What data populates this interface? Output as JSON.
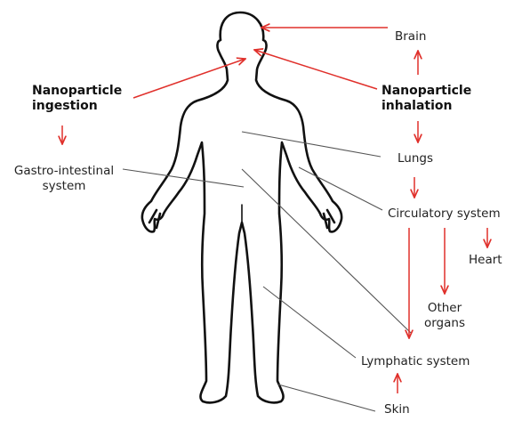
{
  "labels": {
    "brain": "Brain",
    "lungs": "Lungs",
    "circulatory": "Circulatory system",
    "heart": "Heart",
    "other_line1": "Other",
    "other_line2": "organs",
    "lymphatic": "Lymphatic system",
    "skin": "Skin",
    "ingestion_line1": "Nanoparticle",
    "ingestion_line2": "ingestion",
    "inhalation_line1": "Nanoparticle",
    "inhalation_line2": "inhalation",
    "gi_line1": "Gastro-intestinal",
    "gi_line2": "system"
  },
  "colors": {
    "arrow": "#e0302b",
    "leader": "#555555",
    "outline": "#111111"
  }
}
